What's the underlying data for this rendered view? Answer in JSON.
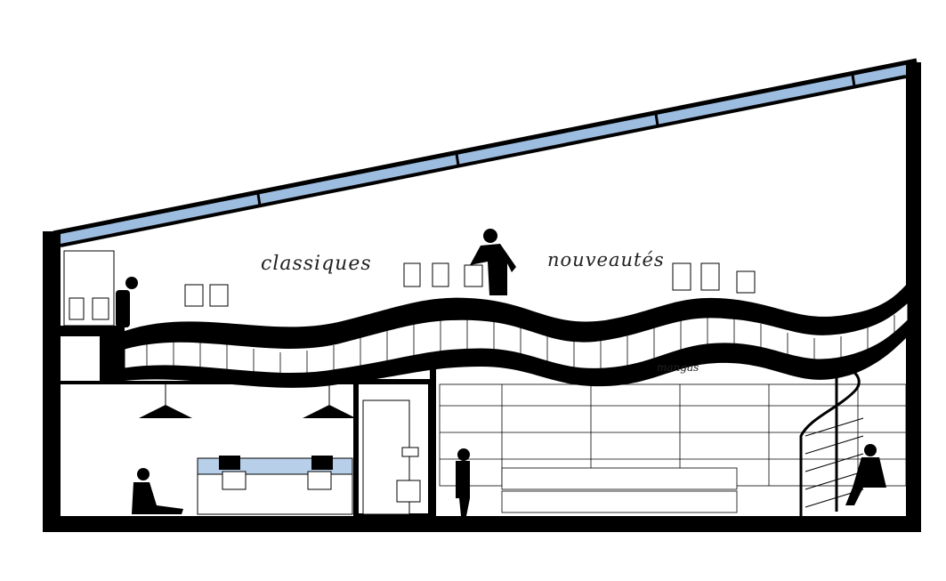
{
  "labels": {
    "classiques": "classiques",
    "nouveautes": "nouveautés",
    "mangas": "mangas"
  },
  "colors": {
    "structure": "#000000",
    "glazing": "#9dbde0",
    "desk_top": "#b7cfe8"
  }
}
